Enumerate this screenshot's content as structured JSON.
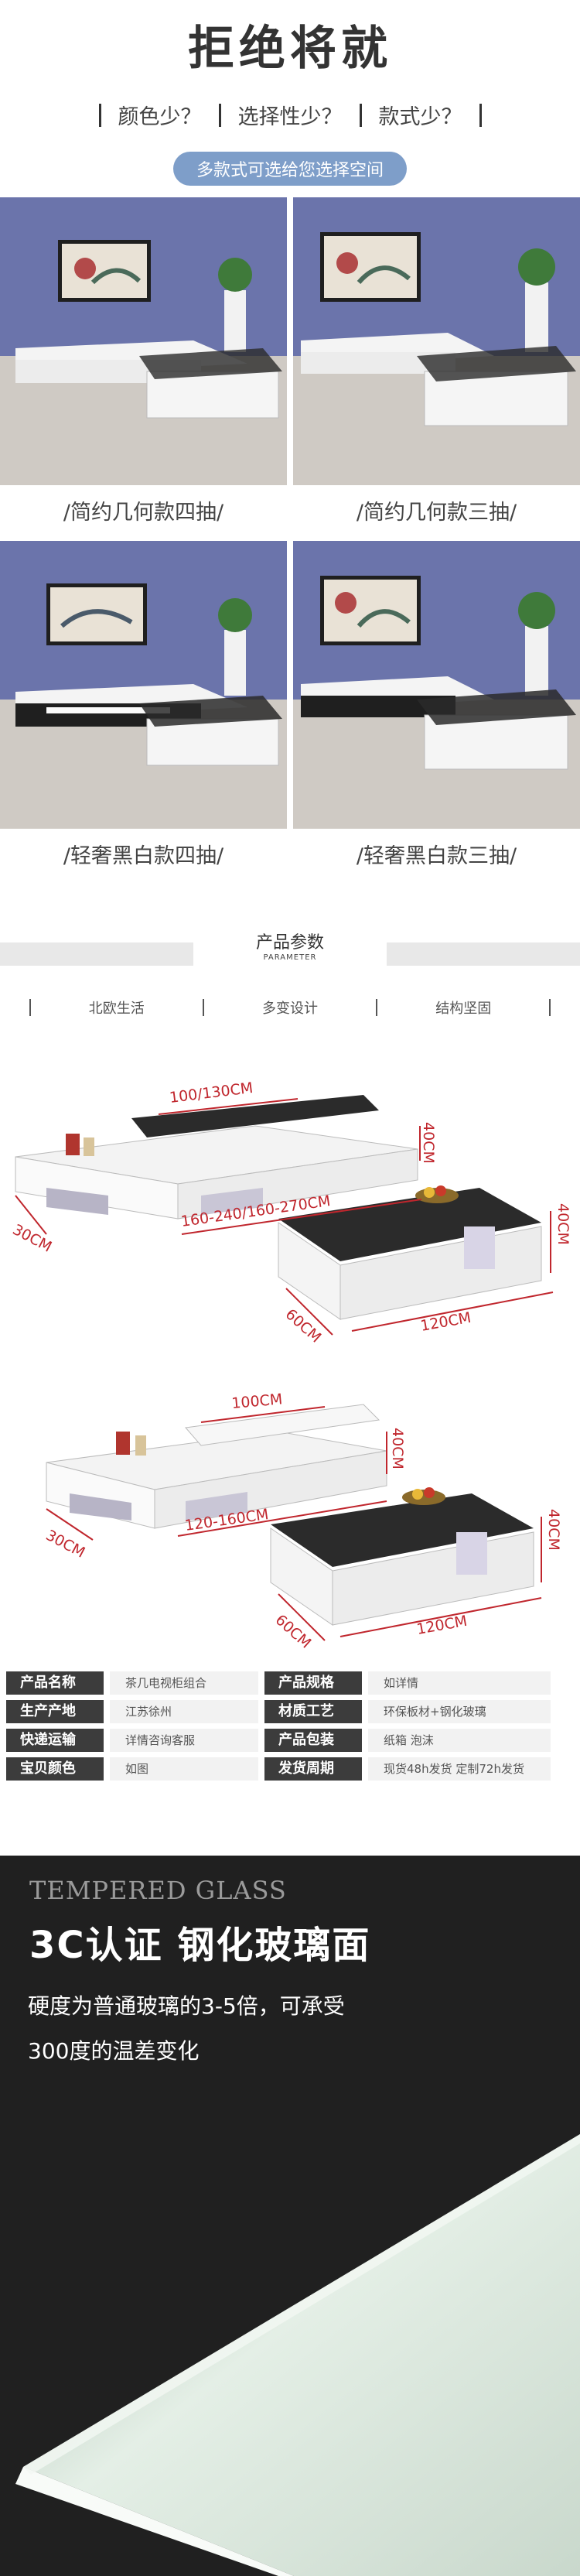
{
  "hero": {
    "title": "拒绝将就",
    "tags": [
      "颜色少？",
      "选择性少？",
      "款式少？"
    ],
    "pill": "多款式可选给您选择空间"
  },
  "styles": [
    {
      "caption": "/简约几何款四抽/"
    },
    {
      "caption": "/简约几何款三抽/"
    },
    {
      "caption": "/轻奢黑白款四抽/"
    },
    {
      "caption": "/轻奢黑白款三抽/"
    }
  ],
  "params": {
    "title": "产品参数",
    "subtitle": "PARAMETER",
    "features": [
      "北欧生活",
      "多变设计",
      "结构坚固"
    ]
  },
  "diagram1": {
    "top": "100/130CM",
    "height": "40CM",
    "length": "160-240/160-270CM",
    "depth": "30CM",
    "table_height": "40CM",
    "table_depth": "60CM",
    "table_length": "120CM"
  },
  "diagram2": {
    "top": "100CM",
    "height": "40CM",
    "length": "120-160CM",
    "depth": "30CM",
    "table_height": "40CM",
    "table_depth": "60CM",
    "table_length": "120CM"
  },
  "spec": [
    {
      "k1": "产品名称",
      "v1": "茶几电视柜组合",
      "k2": "产品规格",
      "v2": "如详情"
    },
    {
      "k1": "生产产地",
      "v1": "江苏徐州",
      "k2": "材质工艺",
      "v2": "环保板材+钢化玻璃"
    },
    {
      "k1": "快递运输",
      "v1": "详情咨询客服",
      "k2": "产品包装",
      "v2": "纸箱 泡沫"
    },
    {
      "k1": "宝贝颜色",
      "v1": "如图",
      "k2": "发货周期",
      "v2": "现货48h发货 定制72h发货"
    }
  ],
  "glass": {
    "en": "TEMPERED GLASS",
    "cn": "3C认证 钢化玻璃面",
    "line1": "硬度为普通玻璃的3-5倍，可承受",
    "line2": "300度的温差变化"
  },
  "colors": {
    "pill": "#7e9ec9",
    "wall": "#6b74ab",
    "dimension": "#c0262d",
    "spec_key_bg": "#3c3c3c",
    "glass_bg": "#202020"
  }
}
